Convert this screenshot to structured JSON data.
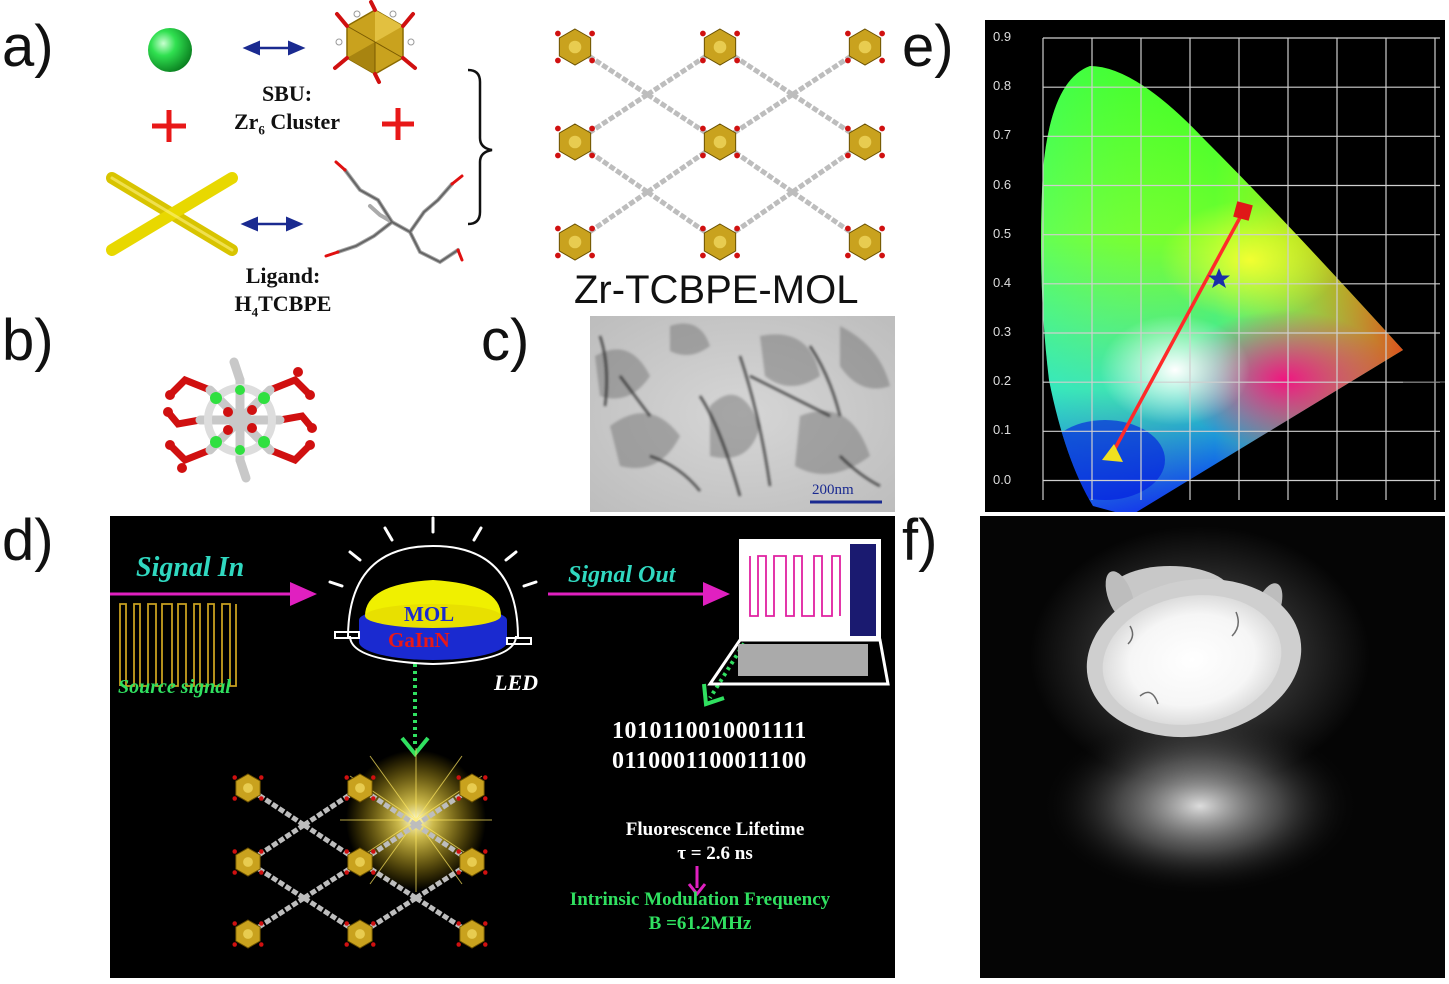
{
  "panels": {
    "a": "a)",
    "b": "b)",
    "c": "c)",
    "d": "d)",
    "e": "e)",
    "f": "f)"
  },
  "panel_a": {
    "sbu_line1": "SBU:",
    "sbu_line2_prefix": "Zr",
    "sbu_line2_sub": "6",
    "sbu_line2_suffix": " Cluster",
    "ligand_line1": "Ligand:",
    "ligand_line2_prefix": "H",
    "ligand_line2_sub": "4",
    "ligand_line2_suffix": "TCBPE",
    "framework_title": "Zr-TCBPE-MOL"
  },
  "panel_c": {
    "scale_bar": "200nm"
  },
  "panel_d": {
    "signal_in": "Signal In",
    "signal_out": "Signal Out",
    "source_signal": "Source signal",
    "mol": "MOL",
    "gainn": "GaInN",
    "led": "LED",
    "binary_1": "1010110010001111",
    "binary_2": "0110001100011100",
    "lifetime_title": "Fluorescence Lifetime",
    "lifetime_value": "τ = 2.6 ns",
    "modulation_title": "Intrinsic Modulation Frequency",
    "modulation_value": "B =61.2MHz"
  },
  "panel_e": {
    "y_ticks": [
      "0.9",
      "0.8",
      "0.7",
      "0.6",
      "0.5",
      "0.4",
      "0.3",
      "0.2",
      "0.1",
      "0.0"
    ],
    "colors": {
      "line": "#ff2a2a",
      "star": "#1a2fa8",
      "end_marker": "#e01818",
      "start_marker": "#f0e020"
    }
  },
  "colors": {
    "green_text": "#30e060",
    "cyan_text": "#30d8c0",
    "magenta": "#e020c0",
    "gold": "#c8a020",
    "navy": "#1a2a90"
  }
}
